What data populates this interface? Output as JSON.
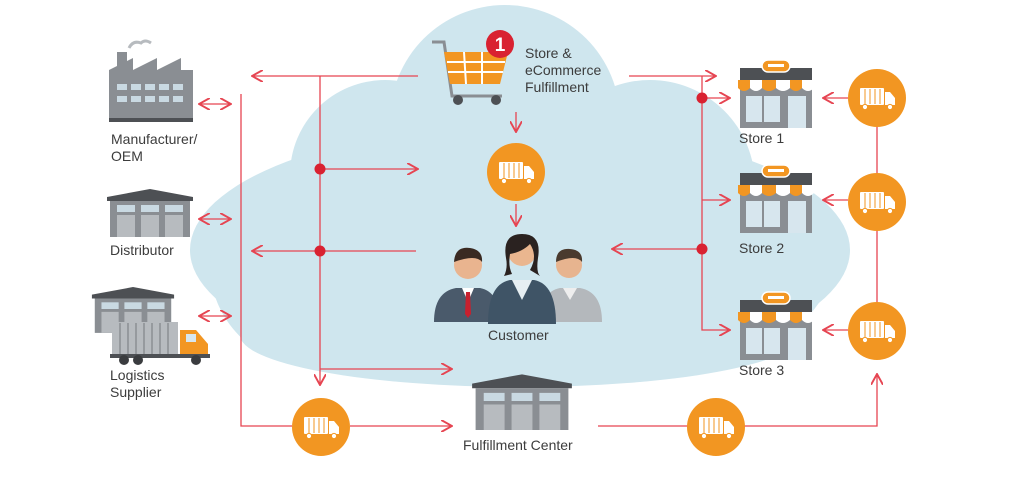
{
  "diagram": {
    "colors": {
      "cloud": "#cfe6ee",
      "arrow": "#e64552",
      "dot": "#d92231",
      "truck_badge": "#f29622",
      "awning": "#f29622",
      "building": "#8a8e93",
      "roof": "#4d5054",
      "text": "#3c3c3c"
    },
    "nodes": {
      "manufacturer": {
        "label_lines": [
          "Manufacturer/",
          "OEM"
        ],
        "icon": "factory-icon"
      },
      "distributor": {
        "label_lines": [
          "Distributor"
        ],
        "icon": "warehouse-icon"
      },
      "logistics": {
        "label_lines": [
          "Logistics",
          "Supplier"
        ],
        "icon": "warehouse-truck-icon"
      },
      "ecommerce": {
        "label_lines": [
          "Store &",
          "eCommerce",
          "Fulfillment"
        ],
        "icon": "shopping-cart-icon",
        "badge": "1"
      },
      "customer": {
        "label_lines": [
          "Customer"
        ],
        "icon": "people-icon"
      },
      "fulfillment": {
        "label_lines": [
          "Fulfillment Center"
        ],
        "icon": "warehouse-icon"
      },
      "store1": {
        "label_lines": [
          "Store 1"
        ],
        "icon": "storefront-icon"
      },
      "store2": {
        "label_lines": [
          "Store 2"
        ],
        "icon": "storefront-icon"
      },
      "store3": {
        "label_lines": [
          "Store 3"
        ],
        "icon": "storefront-icon"
      }
    }
  }
}
